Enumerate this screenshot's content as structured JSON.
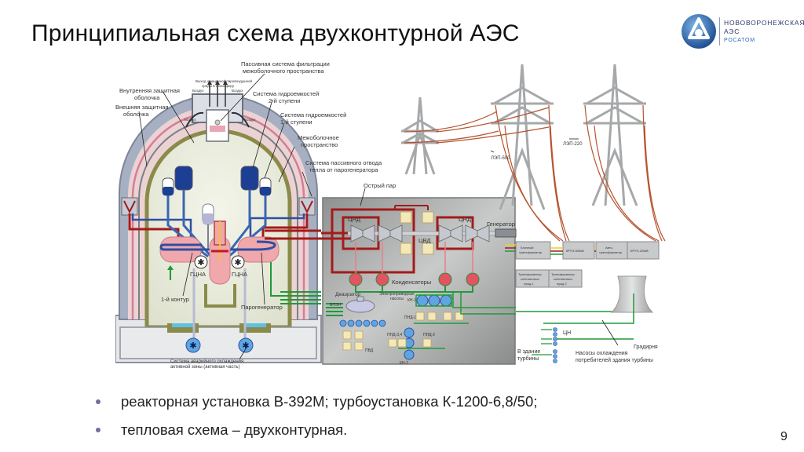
{
  "slide": {
    "title": "Принципиальная схема двухконтурной АЭС",
    "page_number": "9"
  },
  "logo": {
    "icon": "rosatom-atom-icon",
    "line1": "НОВОВОРОНЕЖСКАЯ",
    "line2": "АЭС",
    "line3": "РОСАТОМ",
    "brand_color": "#2c6ab1"
  },
  "bullets": [
    "реакторная установка В-392М; турбоустановка К-1200-6,8/50;",
    "тепловая схема – двухконтурная."
  ],
  "diagram": {
    "labels": {
      "passive_filtration": [
        "Пассивная система фильтрации",
        "межоболочного пространства"
      ],
      "exhaust_to_atmosphere": [
        "Выход очищенной паровоздушной",
        "среды в атмосферу"
      ],
      "air_left": "Воздух",
      "air_right": "Воздух",
      "air_left_low": "Воздух",
      "air_right_low": "Воздух",
      "inner_containment": [
        "Внутренняя защитная",
        "оболочка"
      ],
      "outer_containment": [
        "Внешняя защитная",
        "оболочка"
      ],
      "hydro_tanks_2": [
        "Система гидроемкостей",
        "2-й ступени"
      ],
      "hydro_tanks_1": [
        "Система гидроемкостей",
        "1-й ступени"
      ],
      "interspace": [
        "Межоболочное",
        "пространство"
      ],
      "passive_heat_removal": [
        "Система пассивного отвода",
        "тепла от парогенератора"
      ],
      "live_steam": "Острый пар",
      "mcp_left": "ГЦНА",
      "mcp_right": "ГЦНА",
      "primary_circuit": "1-й контур",
      "steam_generator": "Парогенератор",
      "eccs": [
        "Система аварийного охлаждения",
        "активной зоны (активная часть)"
      ],
      "lpc_left": "ЦНД",
      "lpc_right": "ЦНД",
      "hpc": "ЦВД",
      "generator": "Генератор",
      "condensers": "Конденсаторы",
      "deaerator": "Деаэратор",
      "electric_pumps": [
        "Электроприводные",
        "насосы"
      ],
      "hph_pump": "ВПЭН",
      "hp_heaters": "ПВД",
      "cp1": "КН-1",
      "cp2": "КН-2",
      "lph1": "ПНД-1",
      "lph2": "ПНД-2",
      "lph34": "ПНД-3,4",
      "line500": "ЛЭП-500",
      "line220": "ЛЭП-220",
      "unit_transformer": [
        "Блочный",
        "трансформатор"
      ],
      "kru500": "КРУЭ-500кВ",
      "autotransformer": [
        "Авто-",
        "трансформатор"
      ],
      "kru220": "КРУЭ-220кВ",
      "aux_transformer1": [
        "Трансформатор",
        "собственных",
        "нужд 1"
      ],
      "aux_transformer2": [
        "Трансформатор",
        "собственных",
        "нужд 2"
      ],
      "circ_pumps": "ЦН",
      "cooling_tower": "Градирня",
      "to_turbine_building": [
        "В здание",
        "турбины"
      ],
      "turbine_cooling_pumps": [
        "Насосы охлаждения",
        "потребителей здания турбины"
      ]
    },
    "colors": {
      "primary_loop": "#2d4fa3",
      "steam_red": "#a31b1b",
      "feedwater_green": "#1f9a3a",
      "power_line": "#b5532e",
      "containment_gray": "#9aa3b3",
      "containment_pink": "#e9b7bf",
      "inner_olive": "#8a8a4a",
      "turbine_hall": "#9d9f9e"
    }
  }
}
